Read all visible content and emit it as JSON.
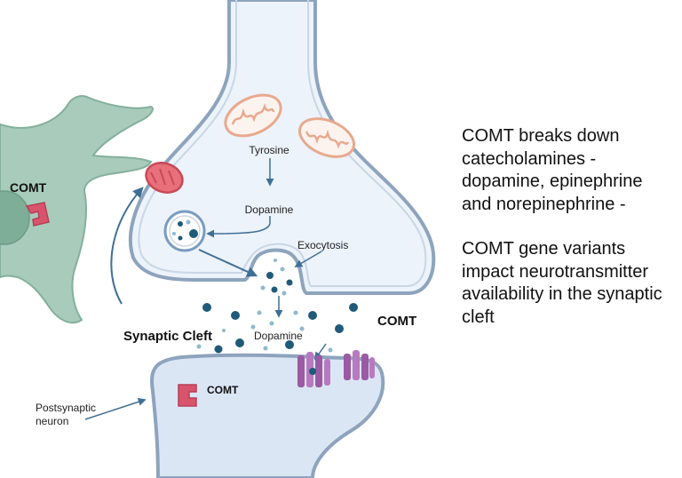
{
  "labels": {
    "tyrosine": "Tyrosine",
    "dopamine_vesicle": "Dopamine",
    "exocytosis": "Exocytosis",
    "synaptic_cleft": "Synaptic Cleft",
    "dopamine_cleft": "Dopamine",
    "comt_glia": "COMT",
    "comt_cleft": "COMT",
    "comt_postsynaptic": "COMT",
    "postsynaptic_line1": "Postsynaptic",
    "postsynaptic_line2": "neuron"
  },
  "description": {
    "paragraph1": "COMT breaks down catecholamines - dopamine, epinephrine and norepinephrine -",
    "paragraph2": "COMT gene variants impact neurotransmitter availability in the synaptic cleft"
  },
  "colors": {
    "presynaptic_fill": "#ecf3fb",
    "presynaptic_stroke": "#8ea4bd",
    "postsynaptic_fill": "#dbe6f5",
    "glia_fill": "#a8cbbb",
    "glia_nucleus": "#7fae98",
    "comt_enzyme": "#d8546c",
    "mitochondria_stroke": "#e8a98e",
    "receptor": "#9b5aa3",
    "dopamine_dark": "#1f5b78",
    "dopamine_light": "#8fb9cc",
    "arrow": "#3f6f96"
  },
  "icons": {
    "comt_enzyme": "comt-enzyme-icon",
    "receptor": "dopamine-receptor-icon",
    "mitochondrion": "mitochondrion-icon",
    "vesicle": "synaptic-vesicle-icon"
  }
}
